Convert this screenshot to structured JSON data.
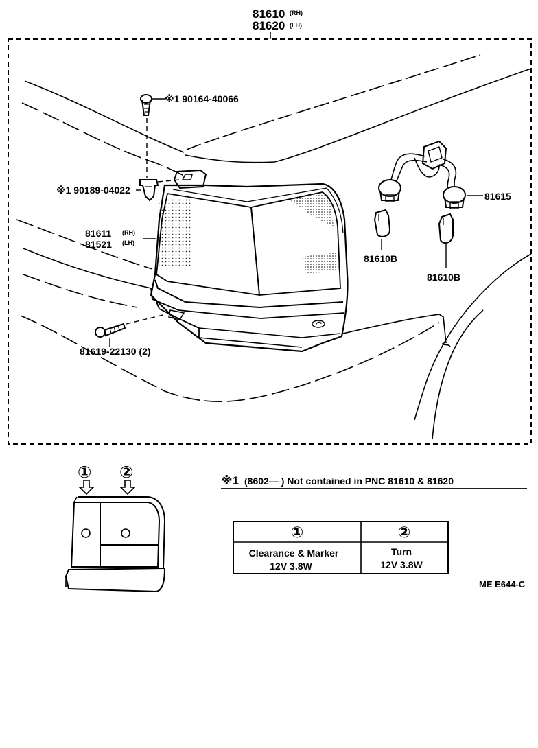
{
  "header_part": {
    "number_rh": "81610",
    "suffix_rh": "(RH)",
    "number_lh": "81620",
    "suffix_lh": "(LH)"
  },
  "callouts": {
    "screw_top": "※1 90164-40066",
    "clip": "※1 90189-04022",
    "lens_rh": "81611",
    "lens_rh_suffix": "(RH)",
    "lens_lh": "81521",
    "lens_lh_suffix": "(LH)",
    "screw_bottom": "81619-22130 (2)",
    "socket_wire": "81615",
    "bulb_left": "81610B",
    "bulb_right": "81610B"
  },
  "position_markers": [
    "①",
    "②"
  ],
  "note": {
    "prefix": "※1",
    "text": "(8602—        ) Not contained in PNC 81610 & 81620"
  },
  "bulb_table": {
    "headers": [
      "①",
      "②"
    ],
    "rows": [
      [
        "Clearance & Marker",
        "Turn"
      ],
      [
        "12V 3.8W",
        "12V 3.8W"
      ]
    ]
  },
  "diagram_code": "ME  E644-C"
}
